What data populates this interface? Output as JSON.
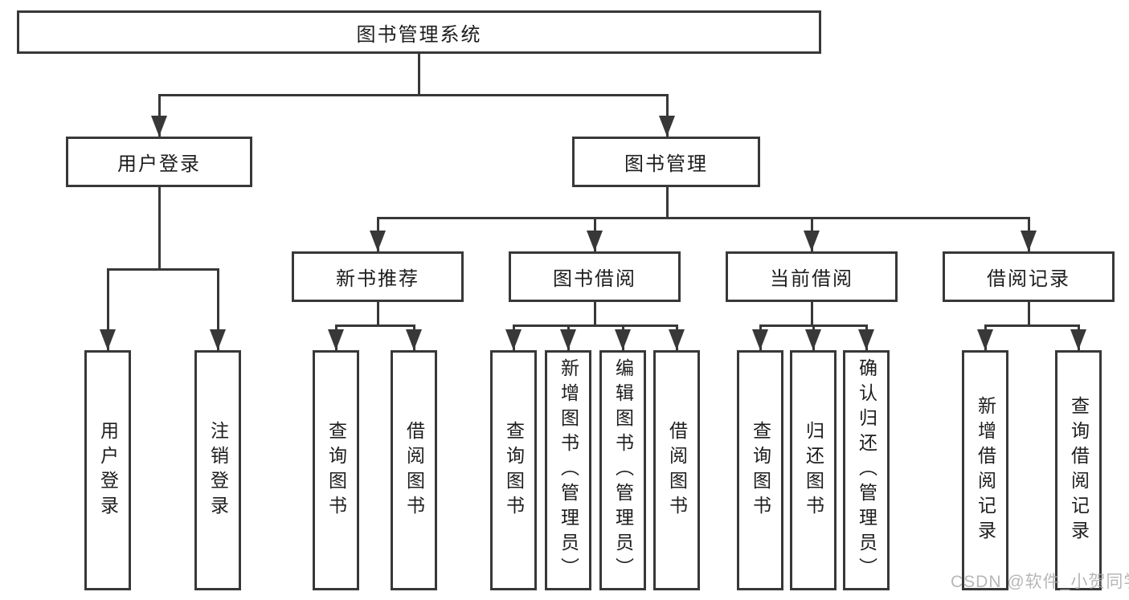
{
  "tree": {
    "root": {
      "label": "图书管理系统"
    },
    "branches": [
      {
        "label": "用户登录",
        "children": [
          {
            "label": "用户登录"
          },
          {
            "label": "注销登录"
          }
        ]
      },
      {
        "label": "图书管理",
        "children": [
          {
            "label": "新书推荐",
            "children": [
              {
                "label": "查询图书"
              },
              {
                "label": "借阅图书"
              }
            ]
          },
          {
            "label": "图书借阅",
            "children": [
              {
                "label": "查询图书"
              },
              {
                "label": "新增图书（管理员）"
              },
              {
                "label": "编辑图书（管理员）"
              },
              {
                "label": "借阅图书"
              }
            ]
          },
          {
            "label": "当前借阅",
            "children": [
              {
                "label": "查询图书"
              },
              {
                "label": "归还图书"
              },
              {
                "label": "确认归还（管理员）"
              }
            ]
          },
          {
            "label": "借阅记录",
            "children": [
              {
                "label": "新增借阅记录"
              },
              {
                "label": "查询借阅记录"
              }
            ]
          }
        ]
      }
    ]
  },
  "watermark": {
    "text": "CSDN @软件_小贺同学"
  },
  "colors": {
    "line": "#383838",
    "text": "#1d1d1d",
    "background": "#ffffff",
    "watermark": "#ababab"
  }
}
